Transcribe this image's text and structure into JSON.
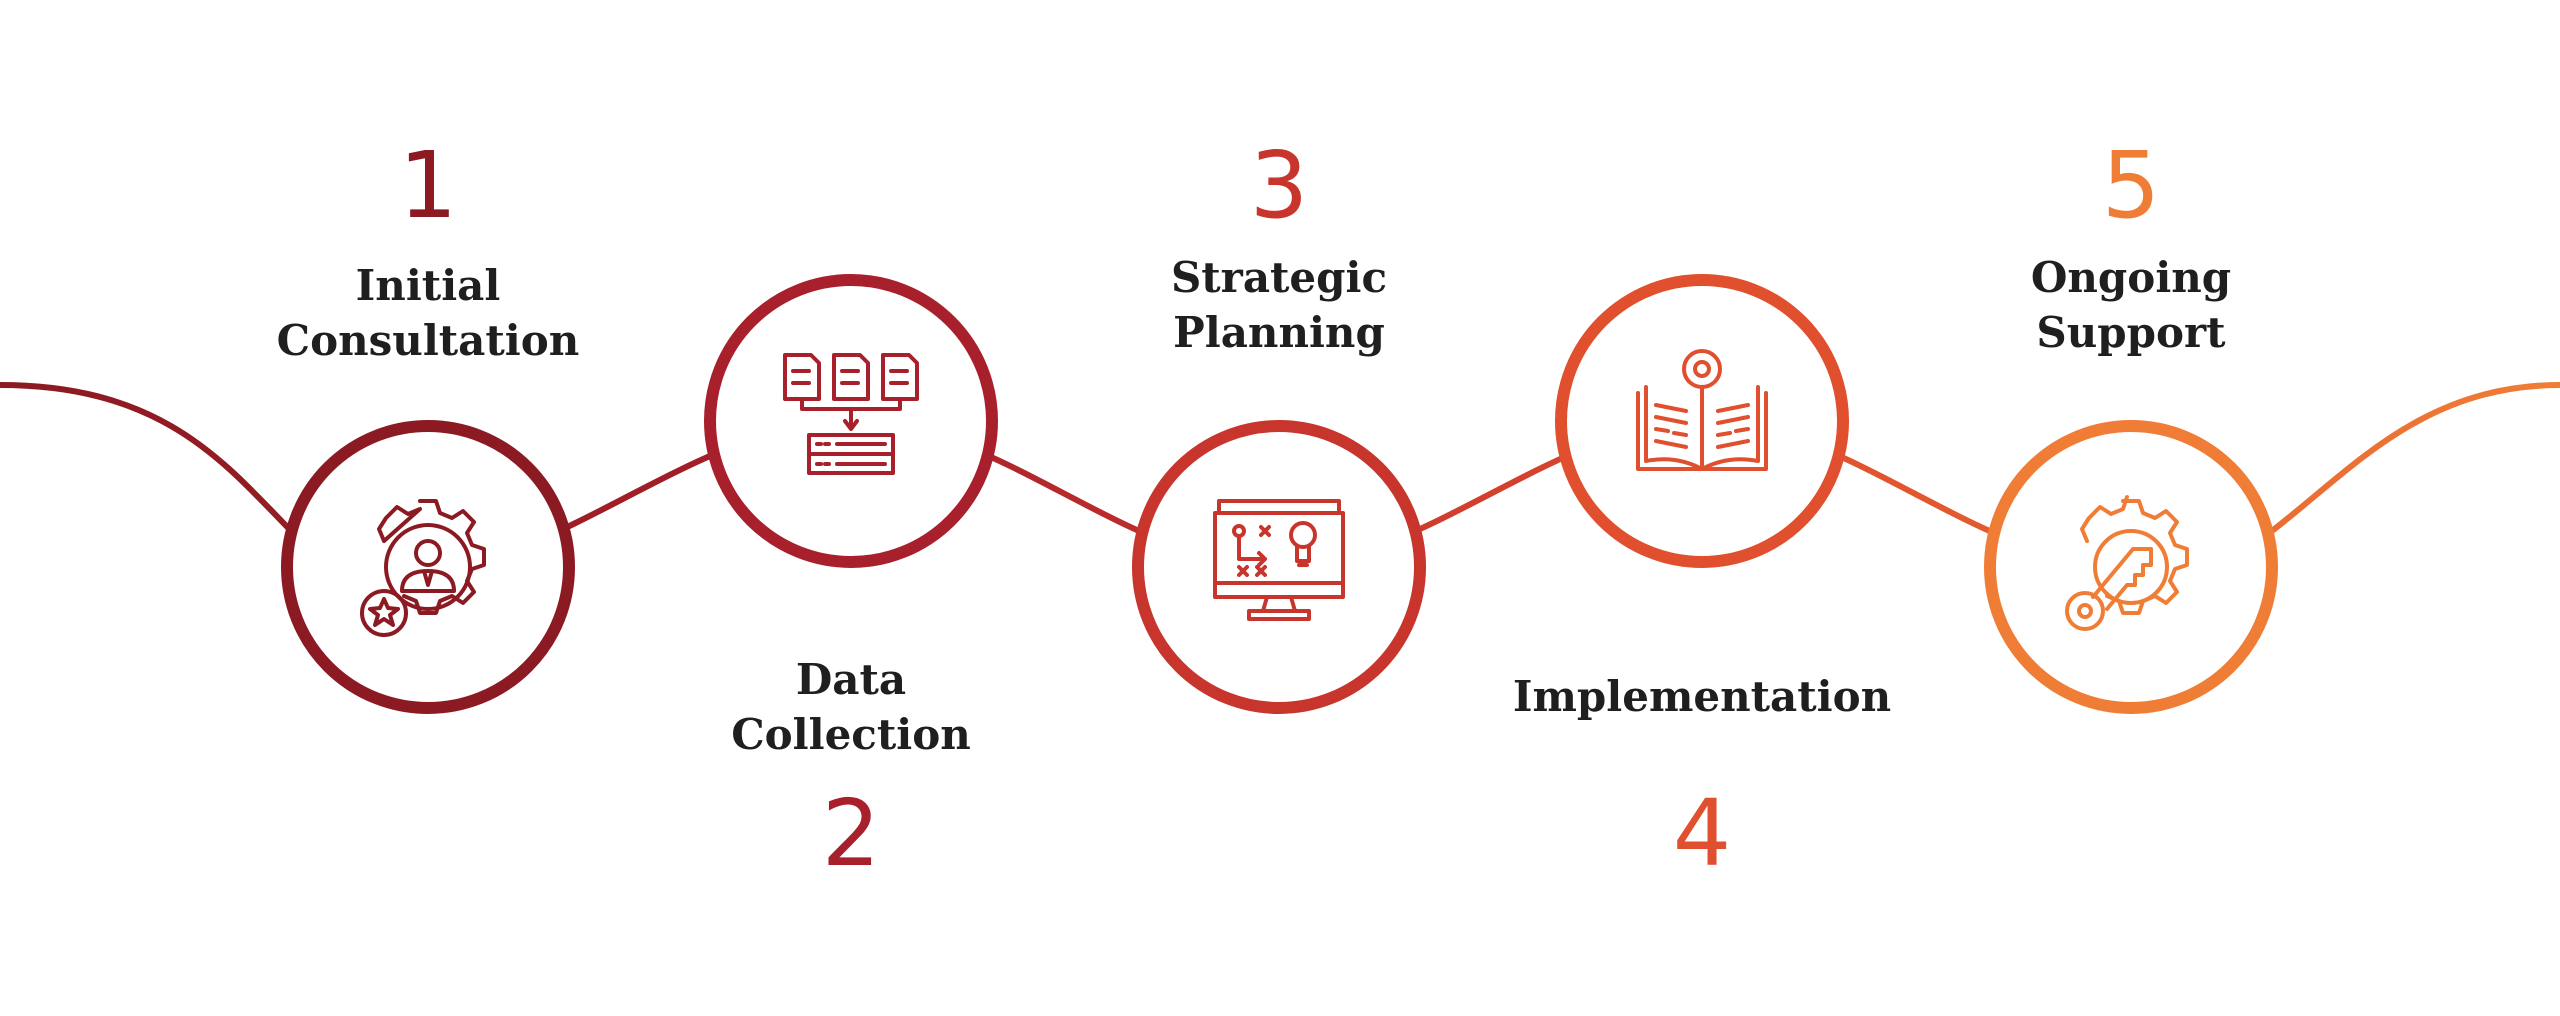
{
  "steps": [
    {
      "number": "1",
      "title_lines": [
        "Initial",
        "Consultation"
      ],
      "icon": "gear-person-star-icon",
      "color": "#8B1A22"
    },
    {
      "number": "2",
      "title_lines": [
        "Data",
        "Collection"
      ],
      "icon": "documents-to-server-icon",
      "color": "#A8202B"
    },
    {
      "number": "3",
      "title_lines": [
        "Strategic",
        "Planning"
      ],
      "icon": "monitor-strategy-bulb-icon",
      "color": "#C8352D"
    },
    {
      "number": "4",
      "title_lines": [
        "Implementation"
      ],
      "icon": "book-gear-icon",
      "color": "#E04F2E"
    },
    {
      "number": "5",
      "title_lines": [
        "Ongoing",
        "Support"
      ],
      "icon": "gear-key-icon",
      "color": "#F07D36"
    }
  ]
}
